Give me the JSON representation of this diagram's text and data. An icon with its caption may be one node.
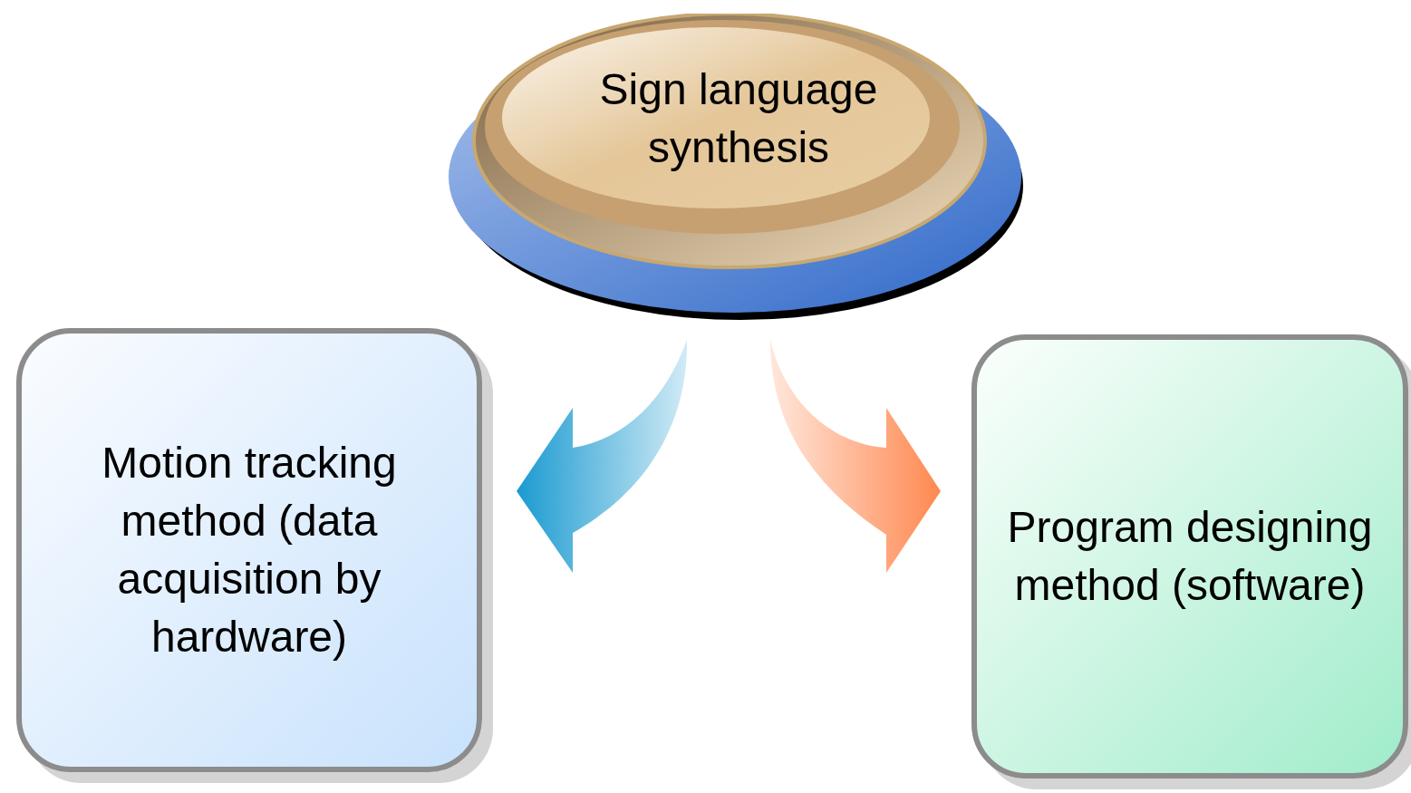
{
  "diagram": {
    "nodes": [
      {
        "text": [
          "Sign language synthesis"
        ]
      },
      {
        "text": [
          "Motion tracking method (data acquisition by hardware)"
        ]
      },
      {
        "text": [
          "Program designing method (software)"
        ]
      }
    ],
    "edges": [
      {
        "from": 0,
        "to": 1,
        "arrow": "to",
        "color": "#1a9ad0"
      },
      {
        "from": 0,
        "to": 2,
        "arrow": "to",
        "color": "#ff8850"
      }
    ]
  }
}
